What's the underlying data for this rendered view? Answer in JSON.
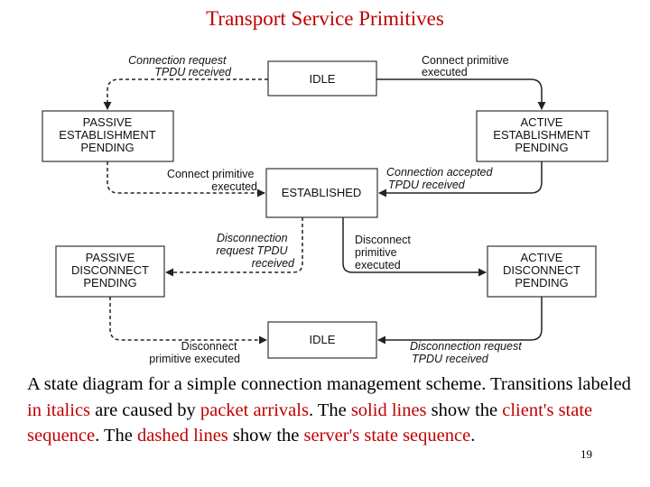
{
  "slide": {
    "title": "Transport Service Primitives",
    "page_number": "19"
  },
  "states": {
    "idle_top": "IDLE",
    "passive_establishment": [
      "PASSIVE",
      "ESTABLISHMENT",
      "PENDING"
    ],
    "active_establishment": [
      "ACTIVE",
      "ESTABLISHMENT",
      "PENDING"
    ],
    "established": "ESTABLISHED",
    "passive_disconnect": [
      "PASSIVE",
      "DISCONNECT",
      "PENDING"
    ],
    "active_disconnect": [
      "ACTIVE",
      "DISCONNECT",
      "PENDING"
    ],
    "idle_bottom": "IDLE"
  },
  "transitions": {
    "conn_request_tpdu": [
      "Connection request",
      "TPDU received"
    ],
    "connect_primitive_top": [
      "Connect primitive",
      "executed"
    ],
    "connect_primitive_server": [
      "Connect primitive",
      "executed"
    ],
    "conn_accepted_tpdu": [
      "Connection accepted",
      "TPDU received"
    ],
    "disconn_request_tpdu_left": [
      "Disconnection",
      "request TPDU",
      "received"
    ],
    "disconnect_primitive_right": [
      "Disconnect",
      "primitive",
      "executed"
    ],
    "disconnect_primitive_bottom": [
      "Disconnect",
      "primitive executed"
    ],
    "disconn_request_tpdu_bottom": [
      "Disconnection request",
      "TPDU received"
    ]
  },
  "caption": {
    "p1": "A state diagram for a simple connection management scheme. Transitions labeled ",
    "h1": "in italics",
    "p2": " are caused by ",
    "h2": "packet arrivals",
    "p3": ".  The ",
    "h3": "solid lines",
    "p4": " show the ",
    "h4": "client's state sequence",
    "p5": ".  The ",
    "h5": "dashed lines",
    "p6": " show the ",
    "h6": "server's state sequence",
    "p7": "."
  }
}
